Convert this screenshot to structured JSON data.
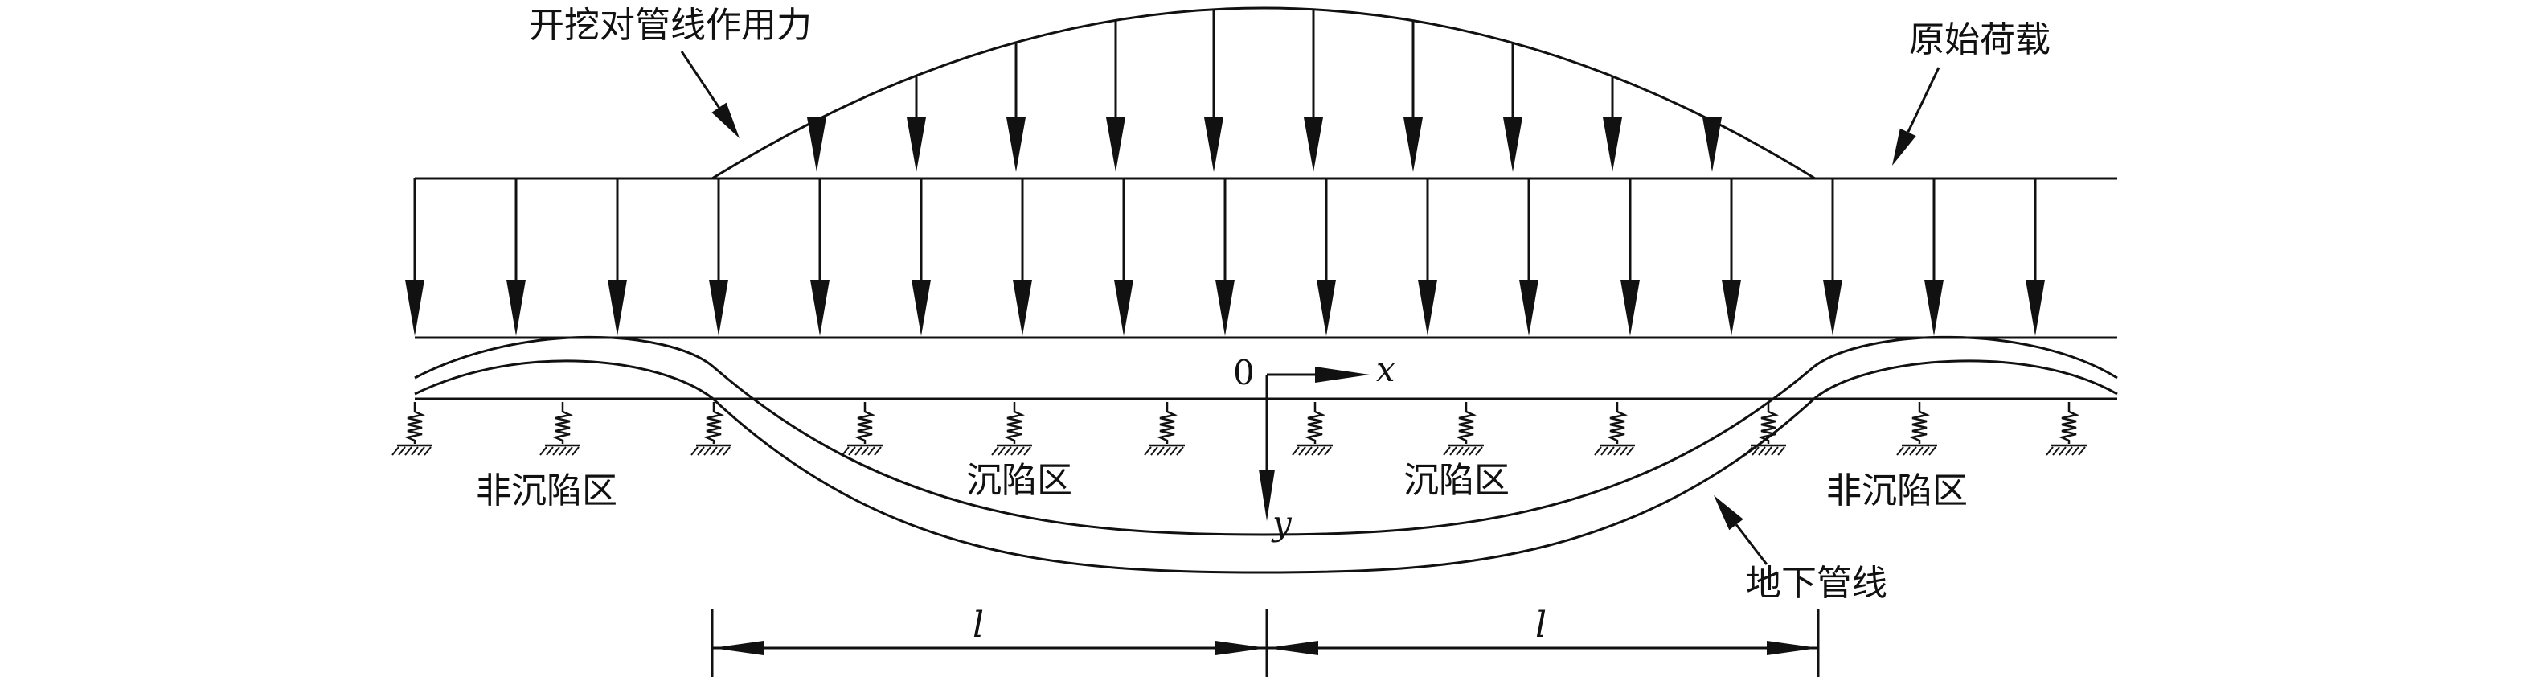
{
  "labels": {
    "excavation_force": "开挖对管线作用力",
    "original_load": "原始荷载",
    "non_subsidence_left": "非沉陷区",
    "subsidence_left": "沉陷区",
    "subsidence_right": "沉陷区",
    "non_subsidence_right": "非沉陷区",
    "pipeline": "地下管线",
    "origin": "0",
    "x_axis": "x",
    "y_axis": "y",
    "span_left": "l",
    "span_right": "l"
  },
  "colors": {
    "ink": "#111111",
    "background": "#ffffff"
  },
  "icons": {
    "spring": "spring-support-icon",
    "ground": "ground-hatch-icon",
    "arrow": "load-arrow-icon"
  }
}
